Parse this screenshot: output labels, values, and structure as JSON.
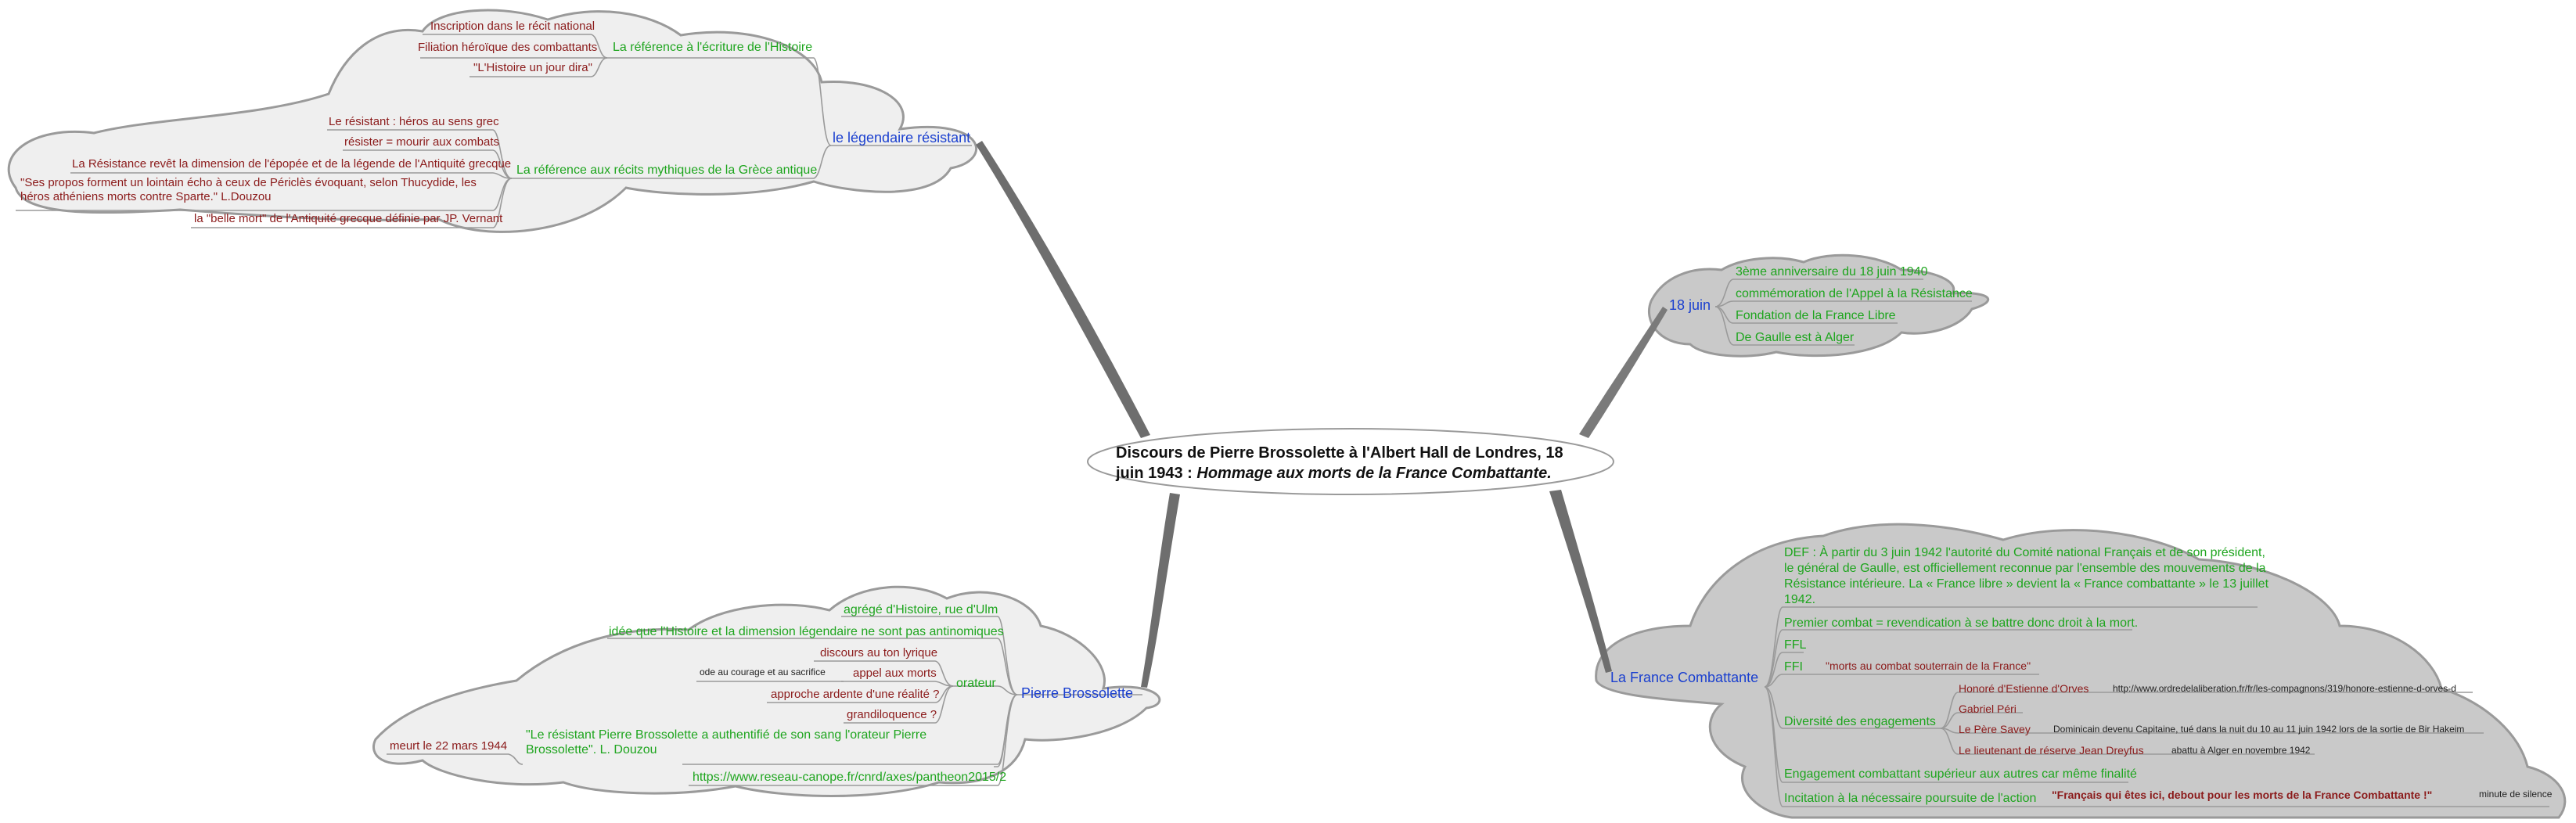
{
  "center": {
    "title_plain": "Discours de Pierre Brossolette à l'Albert Hall de Londres, 18 juin 1943 : ",
    "title_italic": "Hommage aux morts de la France Combattante."
  },
  "legendaire": {
    "label": "le légendaire résistant",
    "ecriture": {
      "label": "La référence à l'écriture de l'Histoire",
      "items": [
        "Inscription dans le récit national",
        "Filiation héroïque des combattants",
        "\"L'Histoire un jour dira\""
      ]
    },
    "grece": {
      "label": "La référence aux récits mythiques de la Grèce antique",
      "items": [
        "Le résistant : héros au sens grec",
        "résister = mourir aux combats",
        "La Résistance revêt la dimension de l'épopée et de la légende de l'Antiquité grecque",
        "\"Ses propos forment un lointain écho à ceux de Périclès évoquant, selon Thucydide, les héros athéniens morts contre Sparte.\" L.Douzou",
        "la \"belle mort\" de l'Antiquité grecque définie par JP. Vernant"
      ]
    }
  },
  "brossolette": {
    "label": "Pierre Brossolette",
    "agrege": "agrégé d'Histoire, rue d'Ulm",
    "idee": "idée que l'Histoire et la dimension légendaire ne sont pas antinomiques",
    "orateur": {
      "label": "orateur",
      "discours": "discours au ton lyrique",
      "appel": "appel aux morts",
      "ode": "ode au courage et au sacrifice",
      "approche": "approche ardente d'une réalité ?",
      "grandiloquence": "grandiloquence ?"
    },
    "quote": "\"Le résistant Pierre Brossolette a authentifié de son sang l'orateur Pierre Brossolette\". L. Douzou",
    "meurt": "meurt le 22 mars 1944",
    "url": "https://www.reseau-canope.fr/cnrd/axes/pantheon2015/2"
  },
  "juin": {
    "label": "18 juin",
    "items": [
      "3ème anniversaire du 18 juin 1940",
      "commémoration de l'Appel à la Résistance",
      "Fondation de la France Libre",
      "De Gaulle est à Alger"
    ]
  },
  "france": {
    "label": "La France Combattante",
    "def": "DEF : À partir du 3 juin 1942 l'autorité du Comité national Français et de son président, le général de Gaulle, est officiellement reconnue par l'ensemble des mouvements de la Résistance intérieure. La « France libre » devient la « France combattante » le 13 juillet 1942.",
    "premier": "Premier combat = revendication à se battre donc droit à la mort.",
    "ffl": "FFL",
    "ffi": "FFI",
    "ffi_note": "\"morts au combat souterrain de la France\"",
    "diversite": {
      "label": "Diversité des engagements",
      "orves": "Honoré d'Estienne d'Orves",
      "orves_url": "http://www.ordredelaliberation.fr/fr/les-compagnons/319/honore-estienne-d-orves-d",
      "peri": "Gabriel Péri",
      "savey": "Le Père Savey",
      "savey_note": "Dominicain devenu Capitaine, tué dans la nuit du 10 au 11 juin 1942 lors de la sortie de Bir Hakeim",
      "dreyfus": "Le lieutenant de réserve Jean Dreyfus",
      "dreyfus_note": "abattu à Alger en novembre 1942"
    },
    "engagement": "Engagement combattant supérieur aux autres car même finalité",
    "incitation": "Incitation à la nécessaire poursuite de l'action",
    "incitation_quote": "\"Français qui êtes ici, debout pour les morts de la France Combattante !\"",
    "minute": "minute de silence"
  },
  "colors": {
    "dark_red": "#8b1a1a",
    "green": "#1ea51e",
    "blue": "#1a3fcf",
    "cloud_light": "#efefef",
    "cloud_dark": "#cccccc"
  }
}
